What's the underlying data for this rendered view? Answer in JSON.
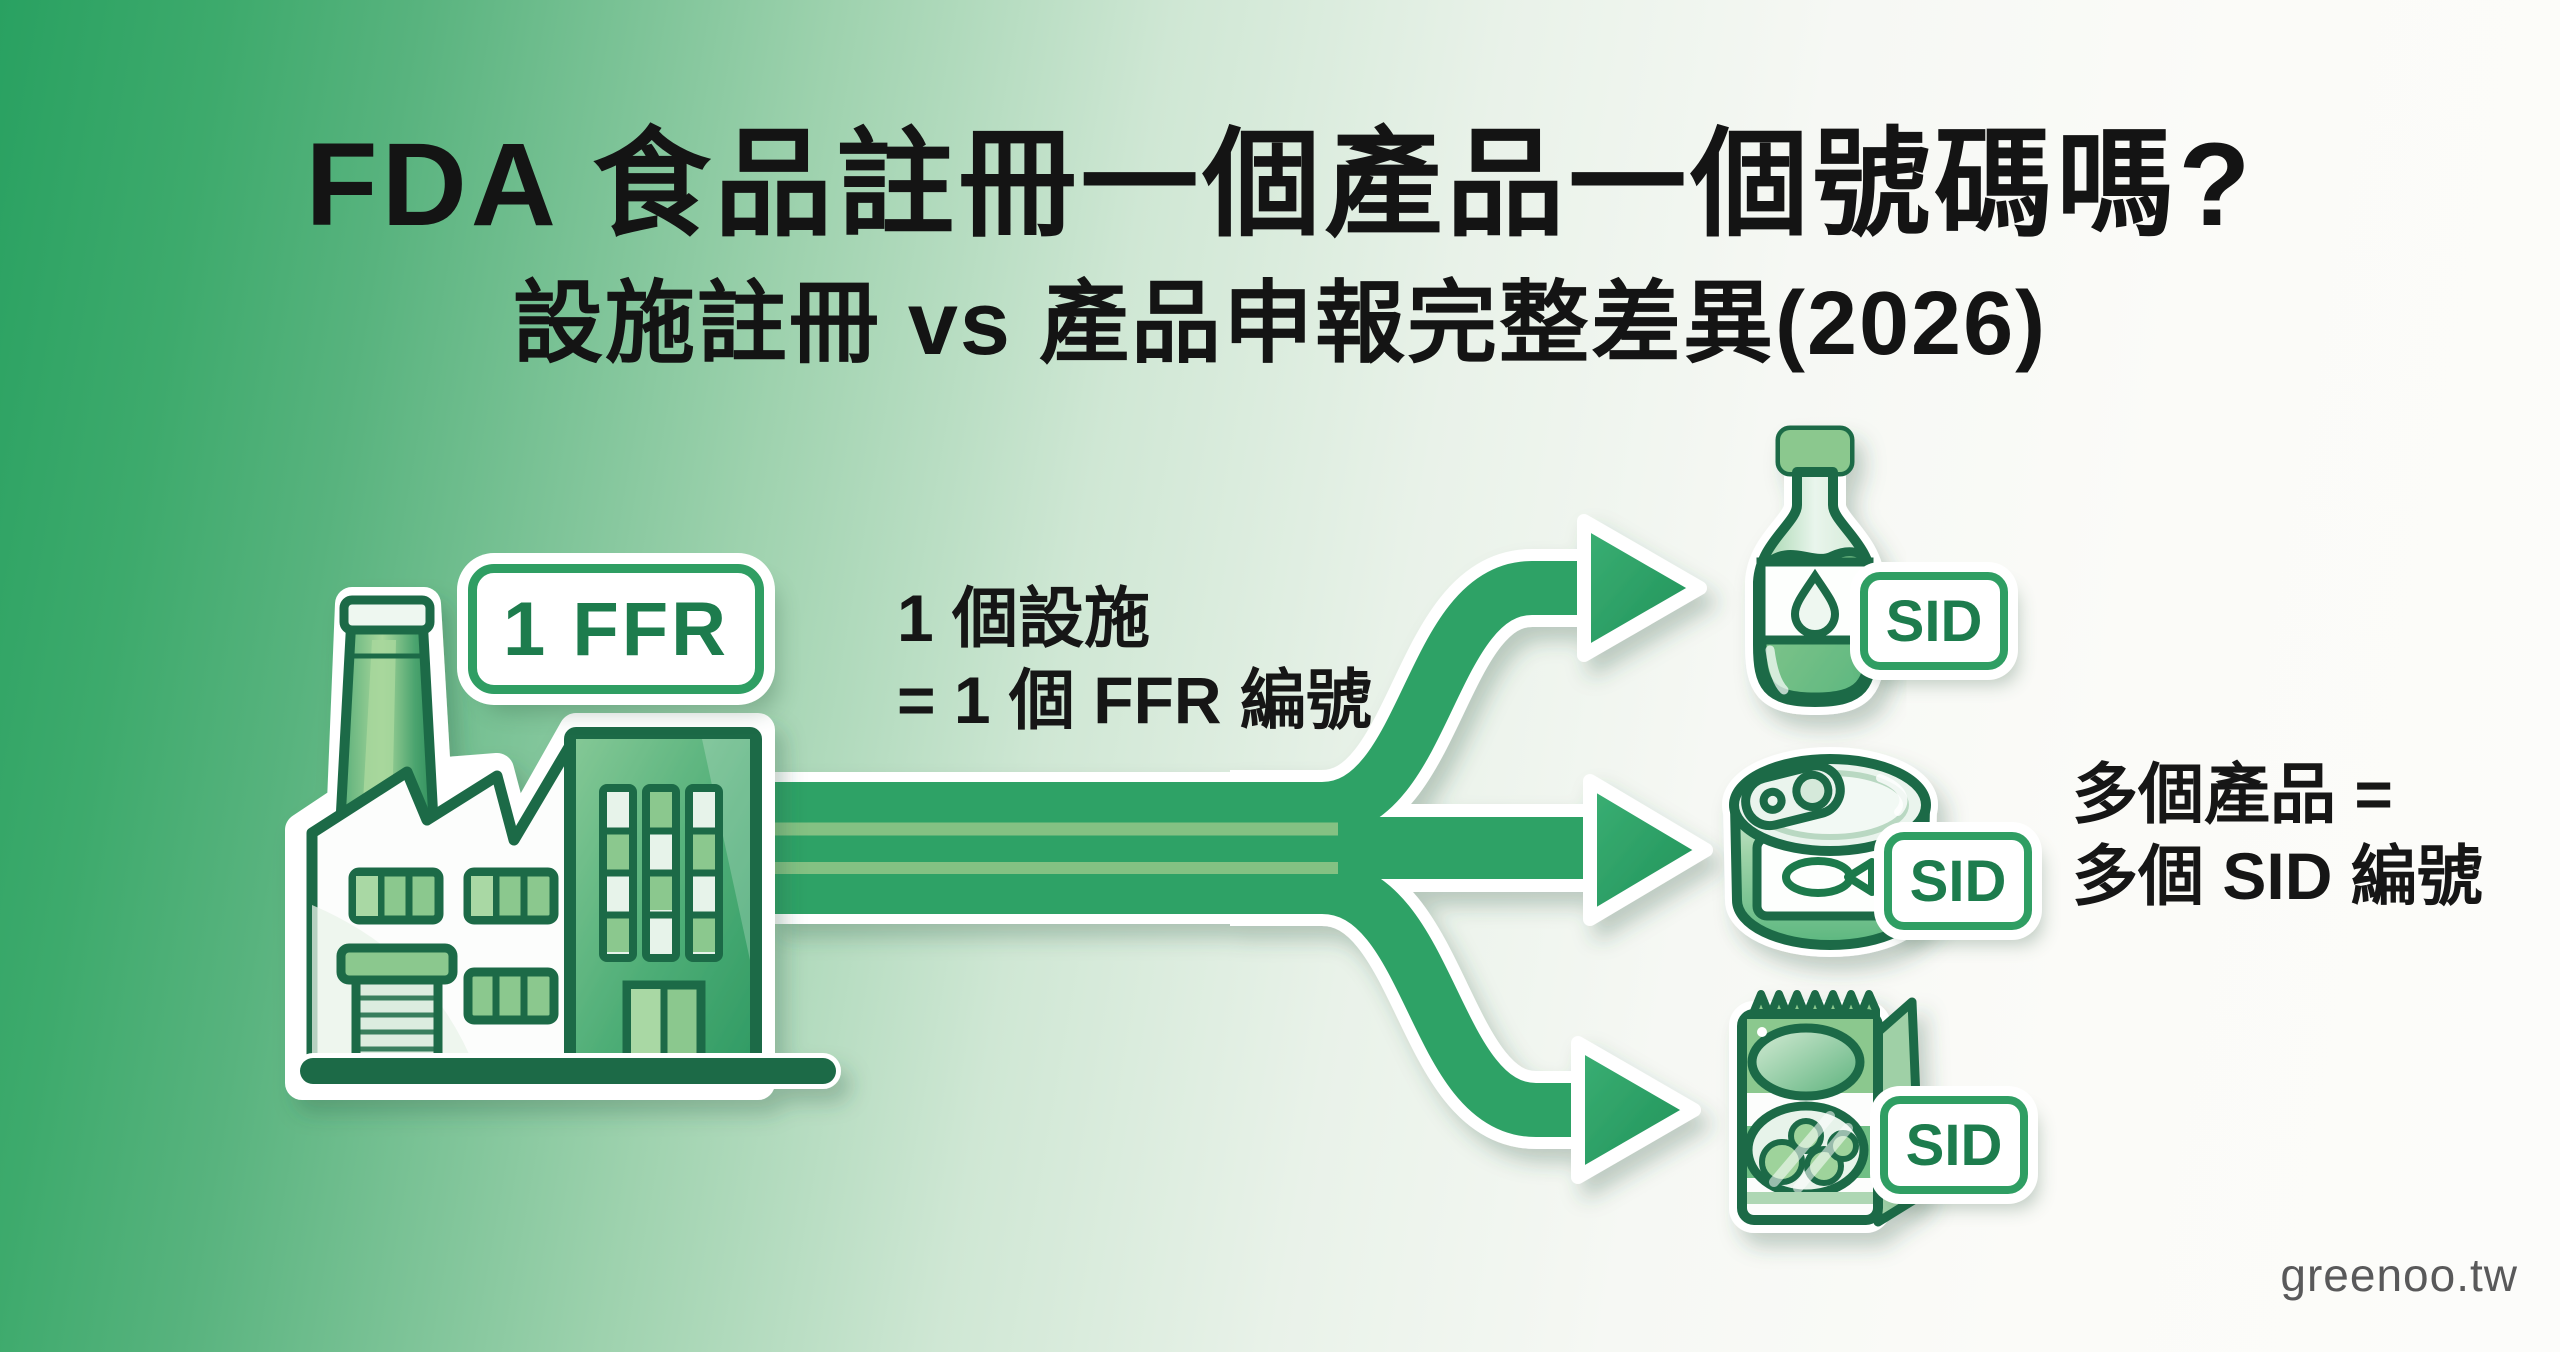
{
  "header": {
    "title": "FDA 食品註冊一個產品一個號碼嗎?",
    "subtitle": "設施註冊 vs 產品申報完整差異(2026)"
  },
  "facility": {
    "badge": "1 FFR",
    "label_line1": "1 個設施",
    "label_line2": "= 1 個 FFR 編號",
    "icon": "factory-icon"
  },
  "products": {
    "label_line1": "多個產品 =",
    "label_line2": "多個 SID 編號",
    "items": [
      {
        "icon": "bottle-icon",
        "badge": "SID"
      },
      {
        "icon": "can-icon",
        "badge": "SID"
      },
      {
        "icon": "bag-icon",
        "badge": "SID"
      }
    ]
  },
  "watermark": "greenoo.tw",
  "colors": {
    "background_green": "#29a161",
    "background_white": "#fcfcfa",
    "arrow_green": "#2ea266",
    "arrow_stripe": "#84c183",
    "outline_dark_green": "#1d6b47",
    "badge_border_green": "#2f9e63",
    "badge_text_green": "#1d7c4d",
    "text_black": "#141414",
    "watermark_gray": "#59595a"
  }
}
